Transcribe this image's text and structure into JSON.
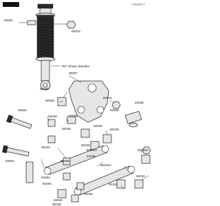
{
  "logo": "Kawasaki",
  "diagram_code": "F0649877",
  "reference_note": "Ref. Shock Absorber",
  "part_labels": {
    "p92001": "92001",
    "p92015": "92015",
    "p39007": "39007",
    "p92015b": "92015",
    "p92046a": "92046",
    "p92049a": "92049",
    "p92049b": "92049",
    "p92002a": "92002",
    "p92002b": "92002",
    "p92002c": "92002",
    "p92046b": "92046",
    "p92046c": "92046",
    "p92040a": "92040",
    "p92046d": "92046",
    "p92046e": "92046",
    "p92015a1": "92015A",
    "p92015a2": "92015A",
    "p92015a3": "92015A",
    "p42036a": "42036",
    "p42036b": "42036",
    "p46102a": "46102",
    "p46102b": "46102",
    "p92040b": "92040",
    "p92046f": "92046",
    "p92049c": "92049",
    "p92046g": "92046",
    "p92036": "92036",
    "p92002d": "92002",
    "p92040c": "92040",
    "p92046h": "92046"
  }
}
